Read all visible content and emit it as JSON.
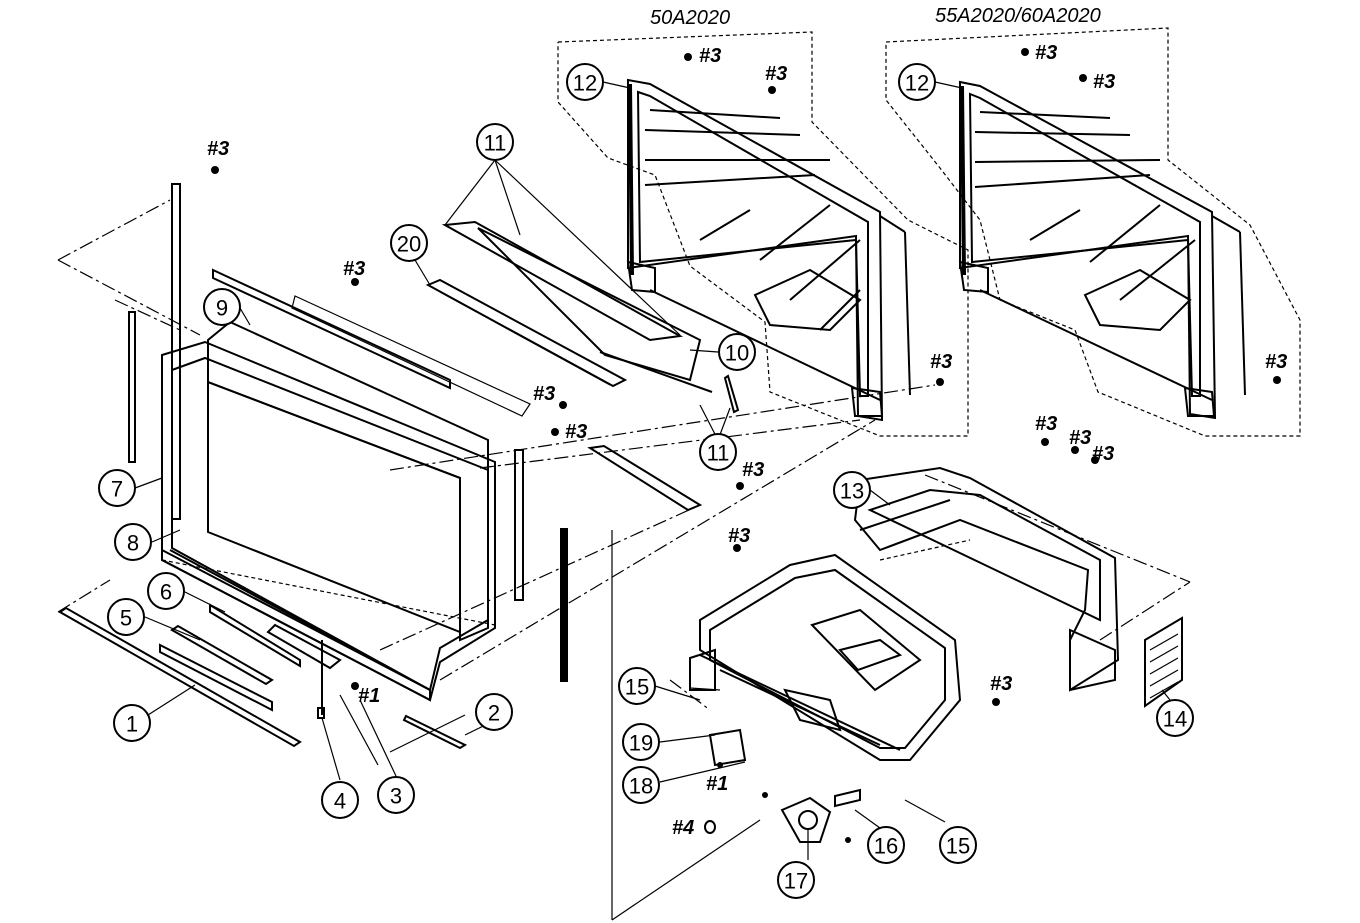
{
  "models": {
    "left": "50A2020",
    "right": "55A2020/60A2020"
  },
  "callouts": {
    "c1": "1",
    "c2": "2",
    "c3": "3",
    "c4": "4",
    "c5": "5",
    "c6": "6",
    "c7": "7",
    "c8": "8",
    "c9": "9",
    "c10": "10",
    "c11a": "11",
    "c11b": "11",
    "c12a": "12",
    "c12b": "12",
    "c13": "13",
    "c14": "14",
    "c15a": "15",
    "c15b": "15",
    "c16": "16",
    "c17": "17",
    "c18": "18",
    "c19": "19",
    "c20": "20"
  },
  "screws": {
    "s1": "#3",
    "s2": "#3",
    "s3": "#3",
    "s4": "#3",
    "s5": "#3",
    "s6": "#3",
    "s7": "#3",
    "s8": "#3",
    "s9": "#3",
    "s10": "#3",
    "s11": "#3",
    "s12": "#3",
    "s13": "#3",
    "s14": "#3",
    "s15": "#3",
    "s16": "#3",
    "a1": "#1",
    "a2": "#1",
    "b1": "#4"
  }
}
